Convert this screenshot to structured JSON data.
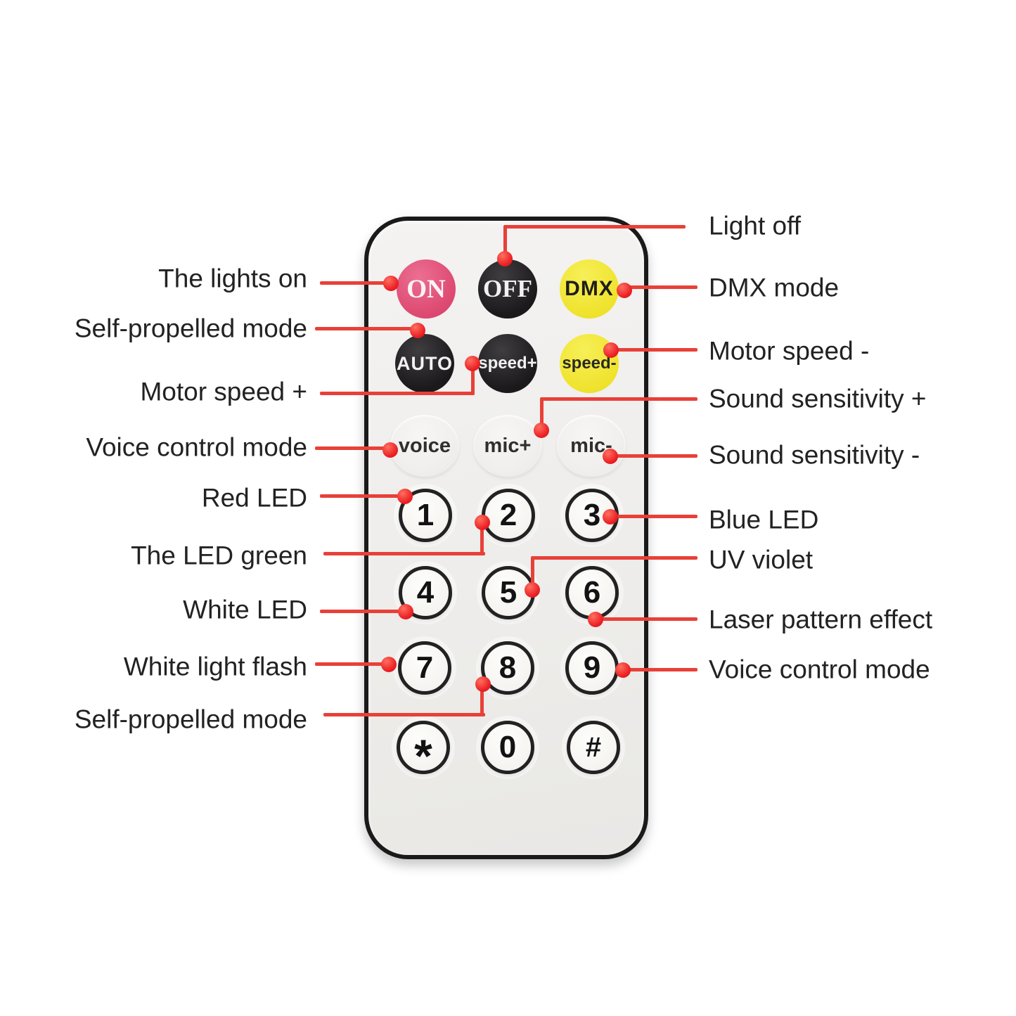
{
  "colors": {
    "accent_red": "#e84038",
    "dot_red": "#ea1f23",
    "button_pink": "#de4b73",
    "button_black": "#1b191b",
    "button_yellow": "#efe32d",
    "remote_body": "#efeeec",
    "remote_border": "#1a1a1a",
    "label_text": "#222222"
  },
  "remote": {
    "rows": [
      {
        "buttons": [
          {
            "label": "ON"
          },
          {
            "label": "OFF"
          },
          {
            "label": "DMX"
          }
        ]
      },
      {
        "buttons": [
          {
            "label": "AUTO"
          },
          {
            "label": "speed+"
          },
          {
            "label": "speed-"
          }
        ]
      },
      {
        "buttons": [
          {
            "label": "voice"
          },
          {
            "label": "mic+"
          },
          {
            "label": "mic-"
          }
        ]
      },
      {
        "buttons": [
          {
            "label": "1"
          },
          {
            "label": "2"
          },
          {
            "label": "3"
          }
        ]
      },
      {
        "buttons": [
          {
            "label": "4"
          },
          {
            "label": "5"
          },
          {
            "label": "6"
          }
        ]
      },
      {
        "buttons": [
          {
            "label": "7"
          },
          {
            "label": "8"
          },
          {
            "label": "9"
          }
        ]
      },
      {
        "buttons": [
          {
            "label": "*"
          },
          {
            "label": "0"
          },
          {
            "label": "#"
          }
        ]
      }
    ]
  },
  "annotations": {
    "left": [
      "The lights on",
      "Self-propelled mode",
      "Motor speed +",
      "Voice control mode",
      "Red LED",
      "The LED green",
      "White LED",
      "White light flash",
      "Self-propelled mode"
    ],
    "right": [
      "Light off",
      "DMX mode",
      "Motor speed -",
      "Sound sensitivity +",
      "Sound sensitivity -",
      "Blue LED",
      "UV violet",
      "Laser pattern effect",
      "Voice control mode"
    ]
  }
}
